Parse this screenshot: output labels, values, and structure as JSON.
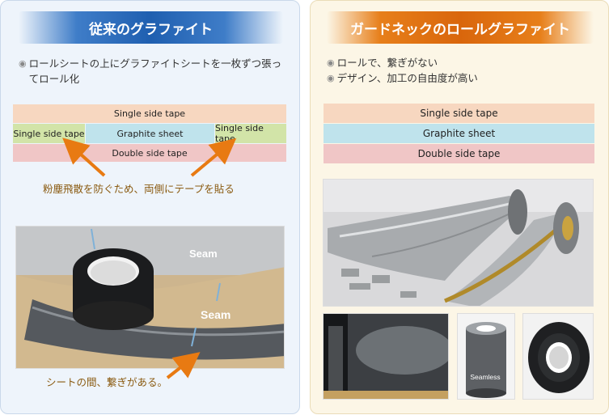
{
  "left": {
    "title": "従来のグラファイト",
    "bullet": "ロールシートの上にグラファイトシートを一枚ずつ張ってロール化",
    "tape_top": "Single side tape",
    "tape_left": "Single side tape",
    "graphite": "Graphite sheet",
    "tape_right": "Single side tape",
    "tape_bottom": "Double side tape",
    "note1": "粉塵飛散を防ぐため、両側にテープを貼る",
    "seam1": "Seam",
    "seam2": "Seam",
    "note2": "シートの間、繋ぎがある。"
  },
  "right": {
    "title": "ガードネックのロールグラファイト",
    "bullets": [
      "ロールで、繋ぎがない",
      "デザイン、加工の自由度が高い"
    ],
    "layer1": "Single side tape",
    "layer2": "Graphite sheet",
    "layer3": "Double side tape",
    "seamless": "Seamless"
  }
}
